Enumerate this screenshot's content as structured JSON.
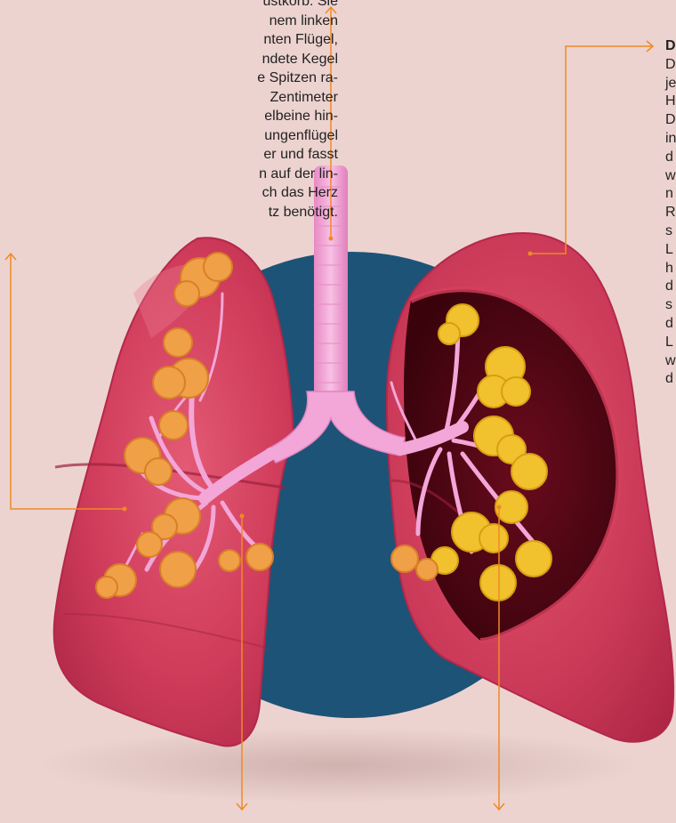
{
  "left_text": {
    "lines": [
      "ustkorb. Sie",
      "nem linken",
      "nten Flügel,",
      "ndete Kegel",
      "e Spitzen ra-",
      "Zentimeter",
      "elbeine hin-",
      "ungenflügel",
      "er und fasst",
      "n auf der lin-",
      "ch das Herz",
      "tz benötigt."
    ]
  },
  "right_text": {
    "heading": "D",
    "lines": [
      "D",
      "je",
      "H",
      "D",
      "in",
      "d",
      "w",
      "n",
      "R",
      "s",
      "L",
      "h",
      "d",
      "s",
      "d",
      "L",
      "w",
      "d"
    ]
  },
  "colors": {
    "background": "#ecd3d0",
    "lung": "#cf3b5a",
    "lung_dark": "#a51c3c",
    "cavity": "#4c0611",
    "circle": "#1d5377",
    "airway": "#f3a6d8",
    "alveoli_left": "#f0a046",
    "alveoli_right": "#f2c12e",
    "callout_line": "#f08a24"
  },
  "icons": [
    "arrow-up-icon",
    "arrow-right-icon",
    "arrow-down-icon"
  ]
}
